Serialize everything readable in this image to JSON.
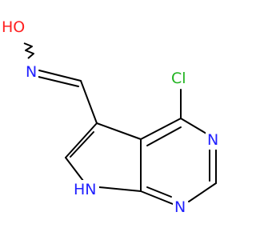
{
  "molecule": {
    "atoms": {
      "hydroxyl": "HO",
      "oxime_nitrogen": "N",
      "chlorine": "Cl",
      "ring_n3": "N",
      "ring_n1": "N",
      "pyrrole_nh": "HN"
    }
  },
  "colors": {
    "carbon_bonds": "#000000",
    "heteroatom_nitrogen": "#2020ff",
    "heteroatom_oxygen": "#ff2020",
    "heteroatom_chlorine": "#1fb31f",
    "hydrogen_label": "#000000"
  }
}
